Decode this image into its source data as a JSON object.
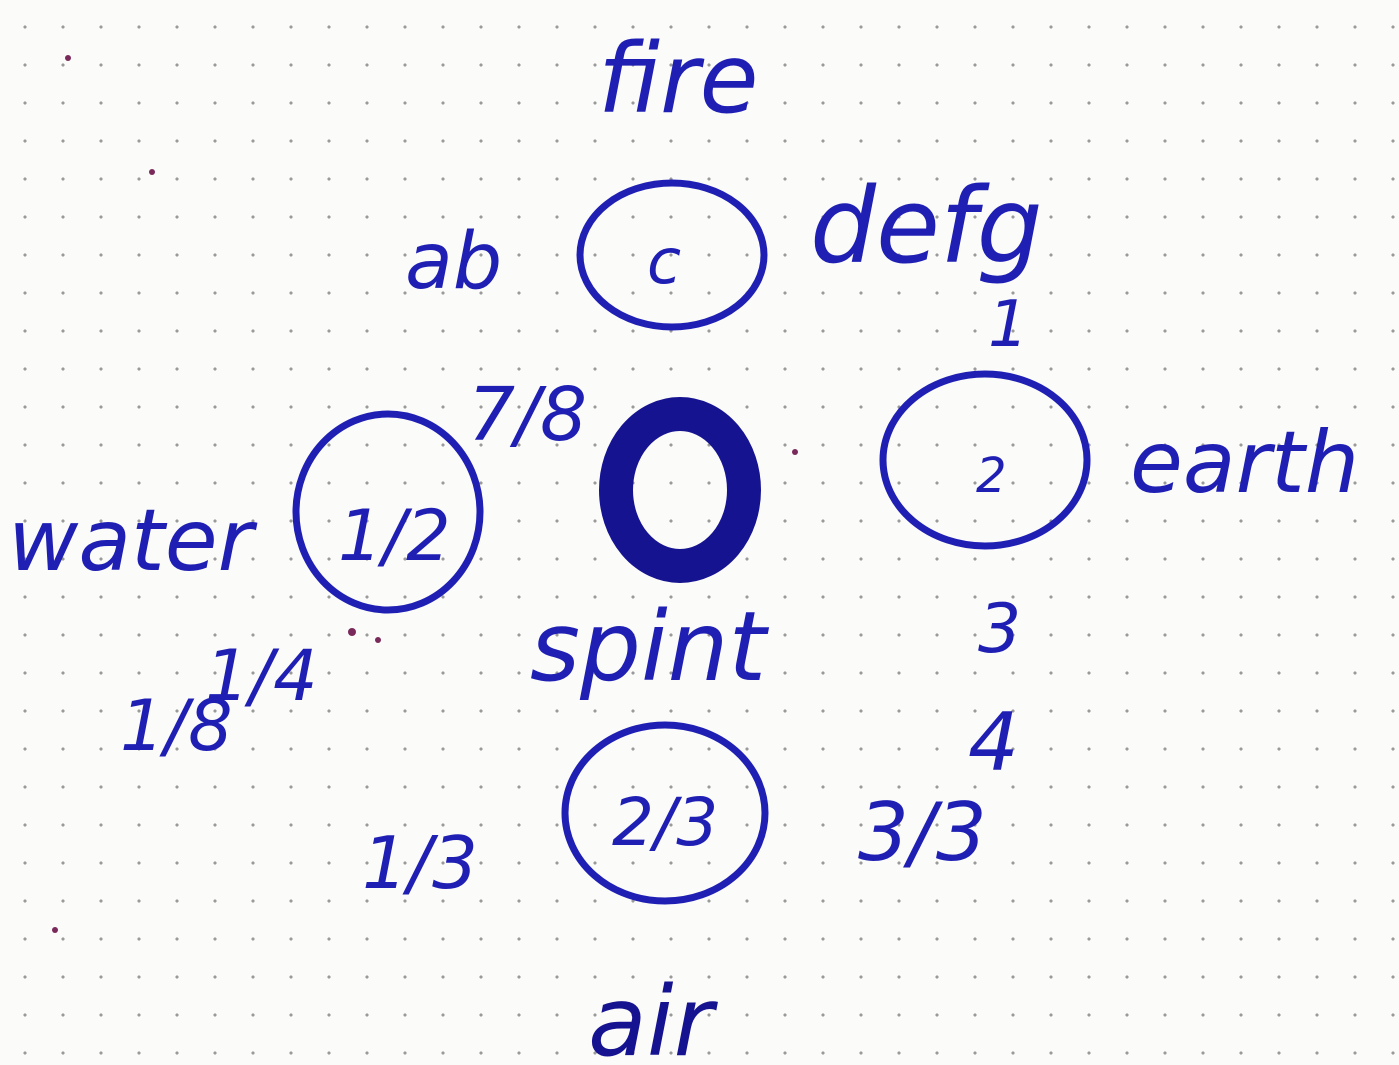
{
  "colors": {
    "ink": "#1f1fb4",
    "ink_dark": "#161390",
    "paper": "#fbfbf9",
    "dots": "#9a9a9a",
    "stain": "#7a2a5a"
  },
  "elements": {
    "fire": "fire",
    "earth": "earth",
    "water": "water",
    "air": "air",
    "spirit": "spint"
  },
  "circles": {
    "top": "c",
    "right": "2",
    "left": "1/2",
    "bottom": "2/3"
  },
  "labels": {
    "ab": "ab",
    "defg": "defg",
    "one": "1",
    "seven_eighths": "7/8",
    "three": "3",
    "four": "4",
    "quarter": "1/4",
    "eighth": "1/8",
    "one_third": "1/3",
    "three_thirds": "3/3"
  }
}
